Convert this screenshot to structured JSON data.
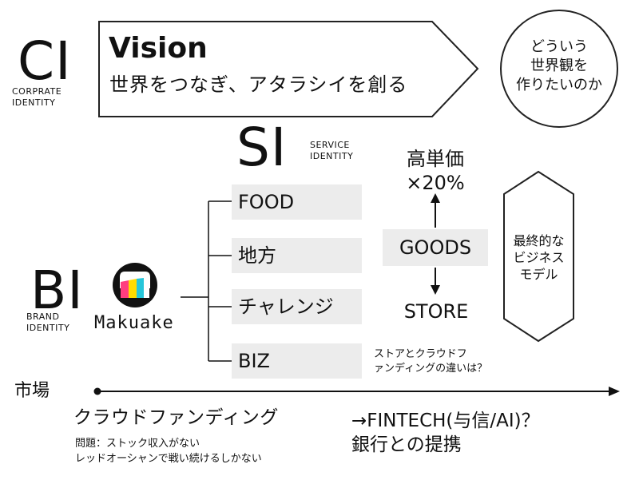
{
  "ci": {
    "letters": "CI",
    "caption_line1": "CORPRATE",
    "caption_line2": "IDENTITY"
  },
  "vision": {
    "title": "Vision",
    "subtitle": "世界をつなぎ、アタラシイを創る"
  },
  "circle": {
    "line1": "どういう",
    "line2": "世界観を",
    "line3": "作りたいのか"
  },
  "si": {
    "letters": "SI",
    "caption_line1": "SERVICE",
    "caption_line2": "IDENTITY"
  },
  "bi": {
    "letters": "BI",
    "caption_line1": "BRAND",
    "caption_line2": "IDENTITY"
  },
  "brand": {
    "name": "Makuake"
  },
  "services": [
    {
      "label": "FOOD"
    },
    {
      "label": "地方"
    },
    {
      "label": "チャレンジ"
    },
    {
      "label": "BIZ"
    }
  ],
  "axis": {
    "top_line1": "高単価",
    "top_line2": "×20%",
    "middle": "GOODS",
    "bottom": "STORE"
  },
  "note": {
    "line1": "ストアとクラウドフ",
    "line2": "ァンディングの違いは？"
  },
  "hexagon": {
    "line1": "最終的な",
    "line2": "ビジネス",
    "line3": "モデル"
  },
  "market": {
    "label": "市場",
    "stage1": "クラウドファンディング",
    "problem_line1": "問題：ストック収入がない",
    "problem_line2": "レッドオーシャンで戦い続けるしかない",
    "stage2_line1": "→FINTECH(与信/AI)？",
    "stage2_line2": "銀行との提携"
  }
}
